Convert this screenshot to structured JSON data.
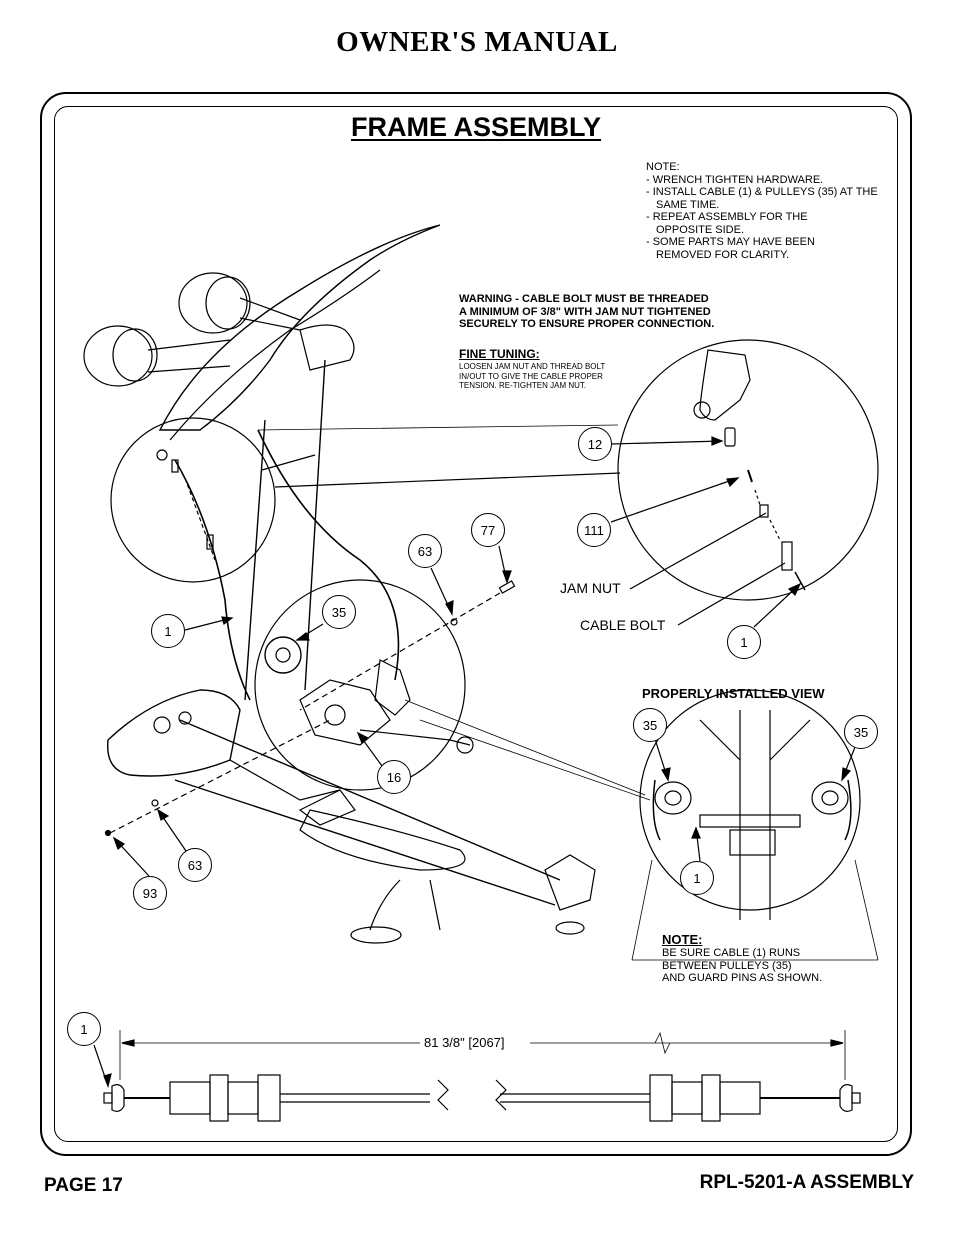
{
  "header": {
    "title": "OWNER'S MANUAL"
  },
  "section": {
    "title": "FRAME ASSEMBLY"
  },
  "note": {
    "title": "NOTE:",
    "items": [
      "-  WRENCH TIGHTEN HARDWARE.",
      "-  INSTALL CABLE (1) & PULLEYS (35) AT THE SAME TIME.",
      "-  REPEAT ASSEMBLY FOR THE OPPOSITE SIDE.",
      "-  SOME PARTS MAY HAVE BEEN REMOVED FOR CLARITY."
    ]
  },
  "warning": {
    "lines": [
      "WARNING - CABLE BOLT MUST BE THREADED",
      "A MINIMUM OF 3/8\" WITH JAM NUT TIGHTENED",
      "SECURELY TO ENSURE PROPER CONNECTION."
    ]
  },
  "fine_tuning": {
    "title": "FINE TUNING:",
    "text": "LOOSEN JAM NUT AND THREAD BOLT IN/OUT TO GIVE THE CABLE PROPER TENSION.  RE-TIGHTEN JAM NUT."
  },
  "labels": {
    "jam_nut": "JAM NUT",
    "cable_bolt": "CABLE BOLT",
    "properly_installed": "PROPERLY INSTALLED VIEW"
  },
  "note2": {
    "title": "NOTE:",
    "lines": [
      "BE SURE CABLE (1) RUNS",
      "BETWEEN PULLEYS (35)",
      "AND GUARD PINS AS SHOWN."
    ]
  },
  "dimension": {
    "text": "81 3/8\" [2067]"
  },
  "balloons": {
    "b12": "12",
    "b111": "111",
    "b1_detail": "1",
    "b77": "77",
    "b63_top": "63",
    "b35_main": "35",
    "b1_main": "1",
    "b16": "16",
    "b63_bottom": "63",
    "b93": "93",
    "b35_left": "35",
    "b35_right": "35",
    "b1_installed": "1",
    "b1_cable": "1"
  },
  "footer": {
    "page": "PAGE 17",
    "model": "RPL-5201-A ASSEMBLY"
  }
}
